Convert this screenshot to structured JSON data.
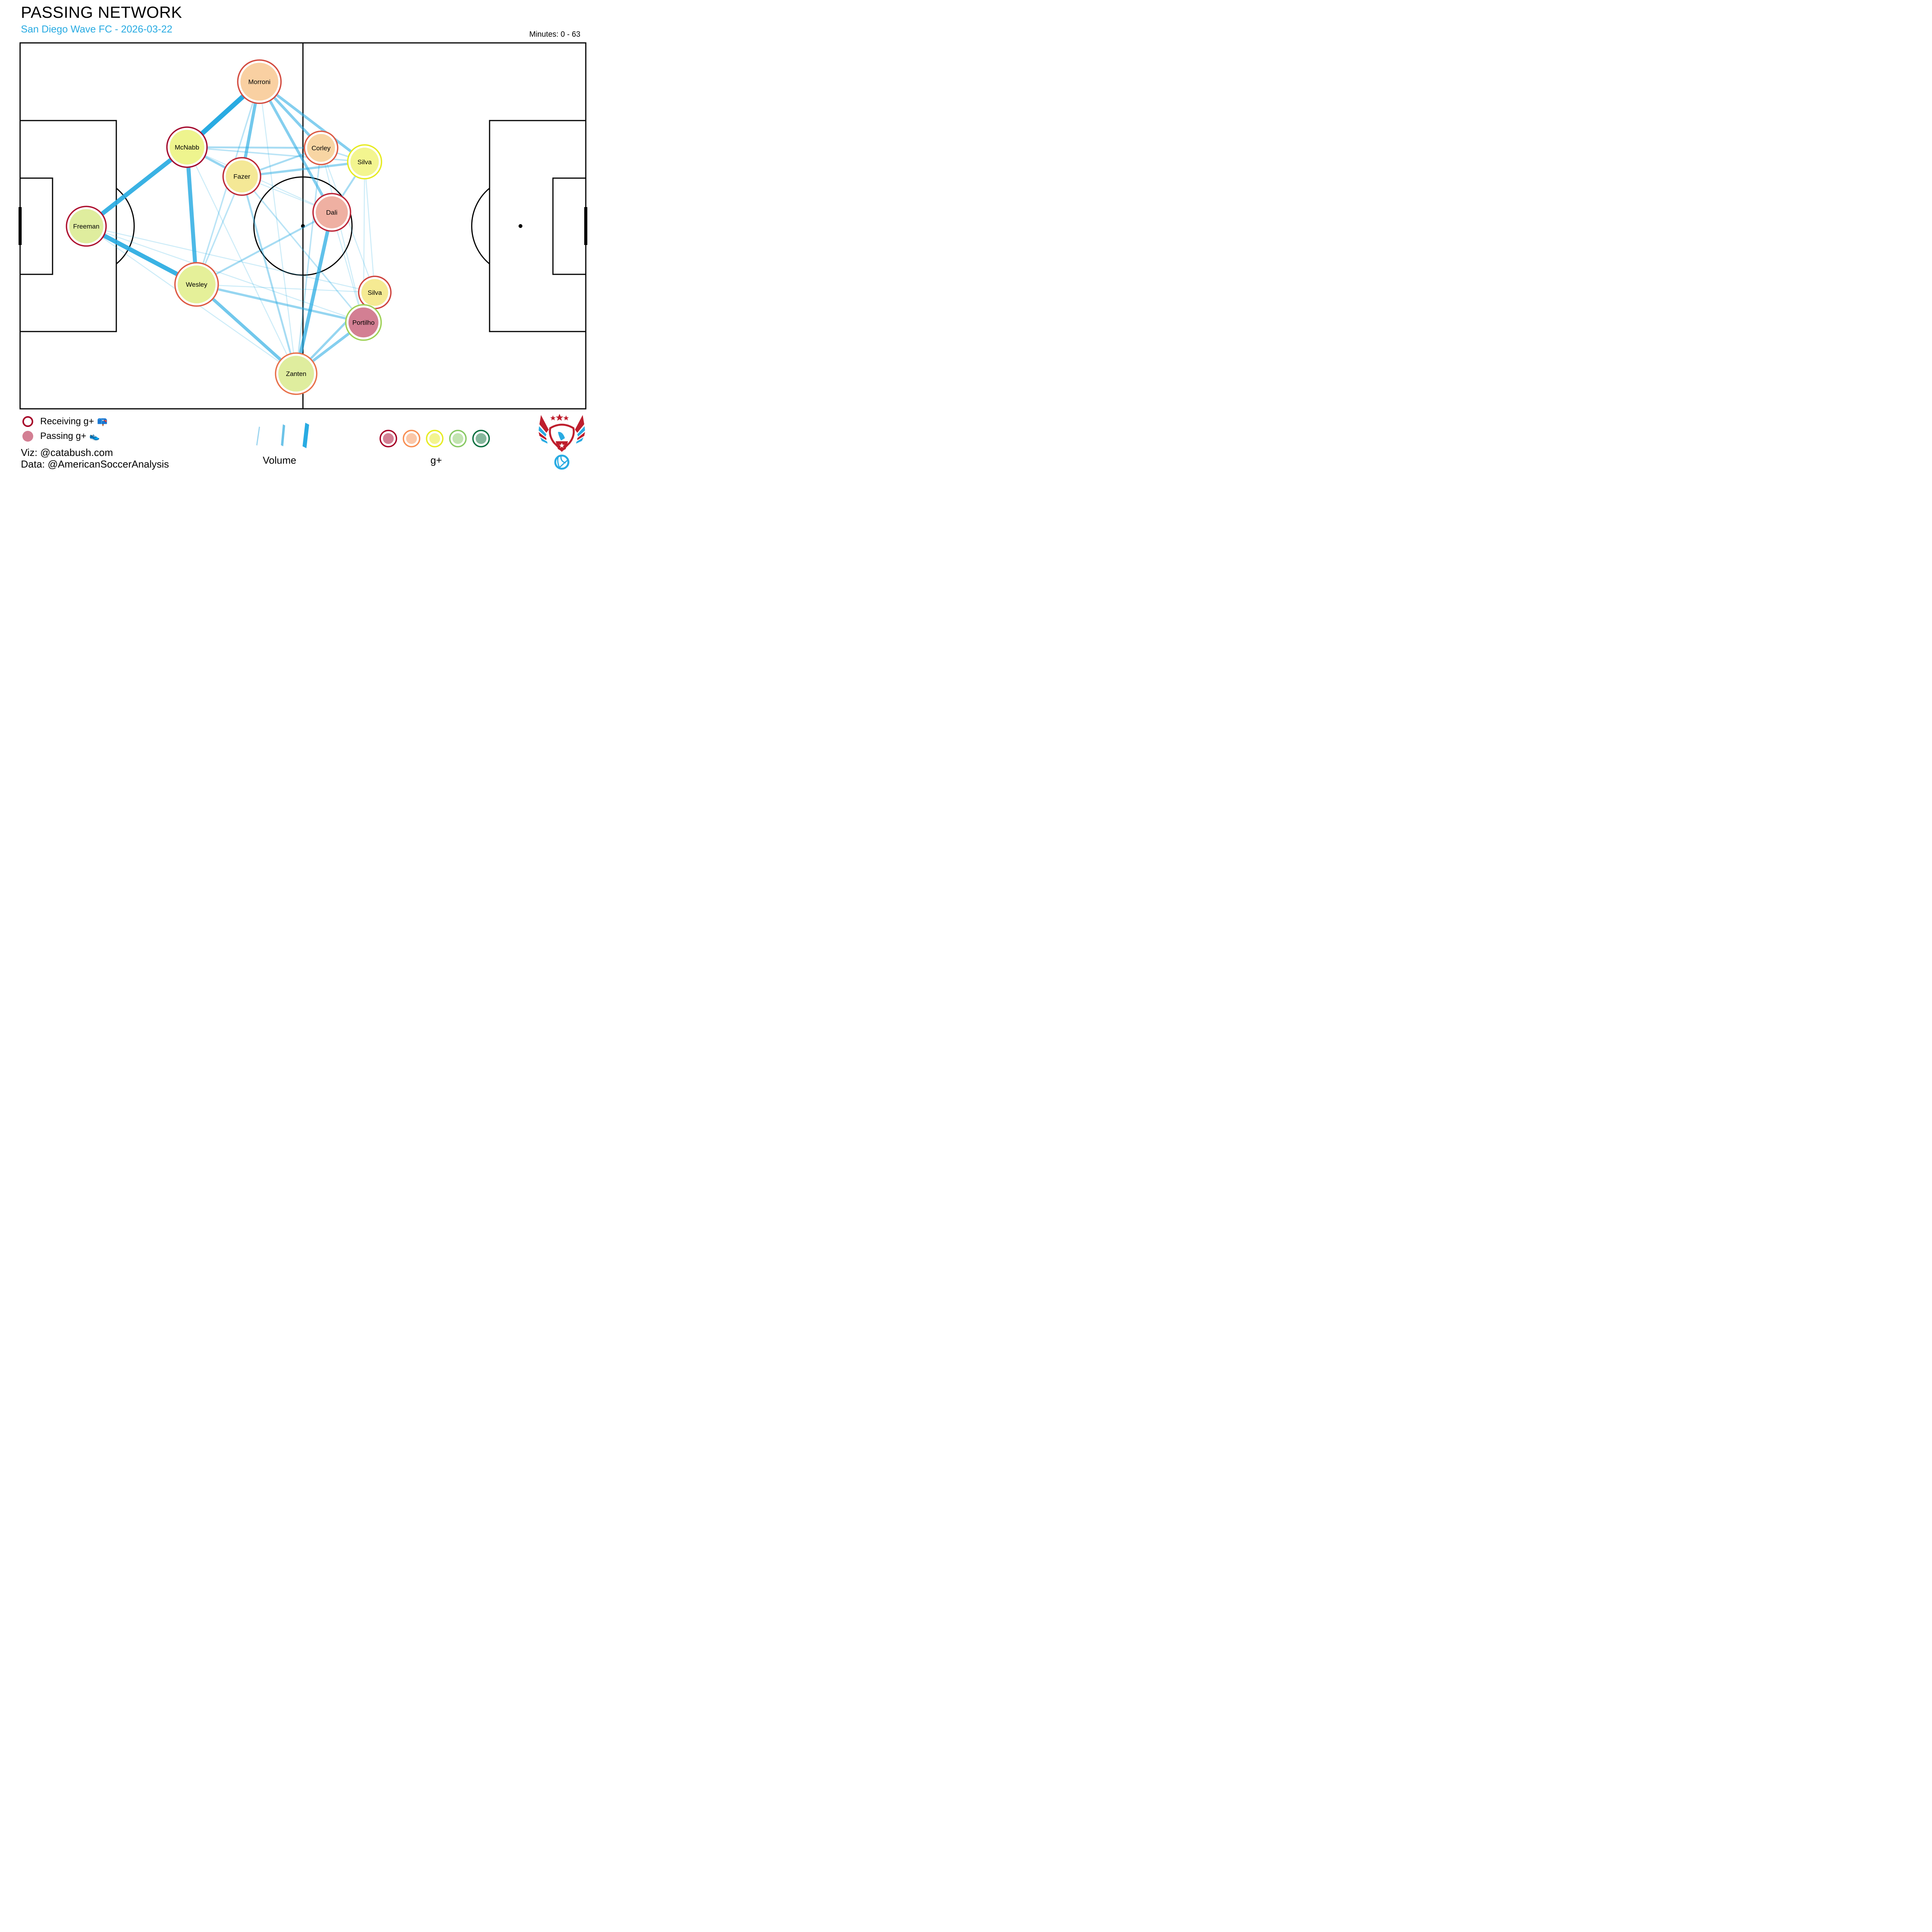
{
  "header": {
    "title": "PASSING NETWORK",
    "subtitle": "San Diego Wave FC - 2026-03-22",
    "minutes": "Minutes: 0 - 63"
  },
  "legend": {
    "receiving_label": "Receiving g+",
    "receiving_icon": "mailbox-icon",
    "receiving_emoji": "📪",
    "passing_label": "Passing g+",
    "passing_icon": "cleat-icon",
    "passing_emoji": "👟",
    "volume_label": "Volume",
    "gplus_label": "g+",
    "gplus_scale_colors": {
      "rings": [
        "#a50026",
        "#f88e52",
        "#e7ec24",
        "#88c964",
        "#0c7040"
      ],
      "fills": [
        "#d37f93",
        "#fbc7a8",
        "#f3f48e",
        "#c2e4b0",
        "#86b79c"
      ]
    },
    "volume_colors": [
      "#9ed6f0",
      "#6cc3e8",
      "#29abe2"
    ]
  },
  "credits": {
    "viz": "Viz: @catabush.com",
    "data": "Data: @AmericanSoccerAnalysis"
  },
  "logo": {
    "name": "american-soccer-analysis-eagle-logo",
    "red": "#be1e2d",
    "blue": "#29abe2"
  },
  "chart_data": {
    "type": "network",
    "title": "PASSING NETWORK",
    "subtitle": "San Diego Wave FC - 2026-03-22",
    "minutes": [
      0,
      63
    ],
    "pitch": {
      "x_range": [
        0,
        100
      ],
      "y_range": [
        0,
        100
      ],
      "attacking_direction": "left-to-right"
    },
    "nodes": [
      {
        "id": "morroni",
        "name": "Morroni",
        "x": 42.3,
        "y": 10.6,
        "size": 1.0,
        "fill": "#f9d0a2",
        "ring": "#d34c40"
      },
      {
        "id": "mcnabb",
        "name": "McNabb",
        "x": 29.5,
        "y": 28.5,
        "size": 0.88,
        "fill": "#eef48e",
        "ring": "#a50d30"
      },
      {
        "id": "fazer",
        "name": "Fazer",
        "x": 39.2,
        "y": 36.5,
        "size": 0.78,
        "fill": "#f4e896",
        "ring": "#bd2a37"
      },
      {
        "id": "corley",
        "name": "Corley",
        "x": 53.2,
        "y": 28.7,
        "size": 0.62,
        "fill": "#f8d5a3",
        "ring": "#dc5b45"
      },
      {
        "id": "silva_t",
        "name": "Silva",
        "x": 60.9,
        "y": 32.5,
        "size": 0.64,
        "fill": "#f3f58f",
        "ring": "#e6eb22"
      },
      {
        "id": "dali",
        "name": "Dali",
        "x": 55.1,
        "y": 46.3,
        "size": 0.78,
        "fill": "#efb0a2",
        "ring": "#bc2638"
      },
      {
        "id": "freeman",
        "name": "Freeman",
        "x": 11.7,
        "y": 50.1,
        "size": 0.86,
        "fill": "#dfed9e",
        "ring": "#ae1230"
      },
      {
        "id": "wesley",
        "name": "Wesley",
        "x": 31.2,
        "y": 66.0,
        "size": 1.0,
        "fill": "#e5f099",
        "ring": "#de5a44"
      },
      {
        "id": "silva_b",
        "name": "Silva",
        "x": 62.7,
        "y": 68.2,
        "size": 0.58,
        "fill": "#f5ea93",
        "ring": "#cf4540"
      },
      {
        "id": "portilho",
        "name": "Portilho",
        "x": 60.7,
        "y": 76.4,
        "size": 0.7,
        "fill": "#d37f93",
        "ring": "#9ed155"
      },
      {
        "id": "zanten",
        "name": "Zanten",
        "x": 48.8,
        "y": 90.4,
        "size": 0.92,
        "fill": "#dfed9e",
        "ring": "#e8714b"
      }
    ],
    "edges": [
      {
        "source": "mcnabb",
        "target": "morroni",
        "volume": 10
      },
      {
        "source": "freeman",
        "target": "mcnabb",
        "volume": 9
      },
      {
        "source": "freeman",
        "target": "wesley",
        "volume": 9
      },
      {
        "source": "mcnabb",
        "target": "wesley",
        "volume": 8
      },
      {
        "source": "dali",
        "target": "zanten",
        "volume": 7
      },
      {
        "source": "wesley",
        "target": "zanten",
        "volume": 6
      },
      {
        "source": "morroni",
        "target": "fazer",
        "volume": 6
      },
      {
        "source": "morroni",
        "target": "dali",
        "volume": 5
      },
      {
        "source": "morroni",
        "target": "corley",
        "volume": 5
      },
      {
        "source": "morroni",
        "target": "silva_t",
        "volume": 5
      },
      {
        "source": "portilho",
        "target": "zanten",
        "volume": 5
      },
      {
        "source": "silva_b",
        "target": "zanten",
        "volume": 4
      },
      {
        "source": "mcnabb",
        "target": "fazer",
        "volume": 4
      },
      {
        "source": "fazer",
        "target": "silva_t",
        "volume": 4
      },
      {
        "source": "wesley",
        "target": "portilho",
        "volume": 4
      },
      {
        "source": "mcnabb",
        "target": "corley",
        "volume": 3
      },
      {
        "source": "silva_t",
        "target": "dali",
        "volume": 3
      },
      {
        "source": "fazer",
        "target": "corley",
        "volume": 3
      },
      {
        "source": "fazer",
        "target": "zanten",
        "volume": 3
      },
      {
        "source": "wesley",
        "target": "dali",
        "volume": 3
      },
      {
        "source": "corley",
        "target": "silva_t",
        "volume": 2
      },
      {
        "source": "mcnabb",
        "target": "silva_t",
        "volume": 2
      },
      {
        "source": "fazer",
        "target": "wesley",
        "volume": 2
      },
      {
        "source": "morroni",
        "target": "wesley",
        "volume": 2
      },
      {
        "source": "corley",
        "target": "zanten",
        "volume": 2
      },
      {
        "source": "fazer",
        "target": "portilho",
        "volume": 2
      },
      {
        "source": "freeman",
        "target": "silva_b",
        "volume": 1
      },
      {
        "source": "freeman",
        "target": "portilho",
        "volume": 1
      },
      {
        "source": "freeman",
        "target": "zanten",
        "volume": 1
      },
      {
        "source": "mcnabb",
        "target": "zanten",
        "volume": 1
      },
      {
        "source": "mcnabb",
        "target": "dali",
        "volume": 1
      },
      {
        "source": "fazer",
        "target": "dali",
        "volume": 1
      },
      {
        "source": "morroni",
        "target": "zanten",
        "volume": 1
      },
      {
        "source": "corley",
        "target": "portilho",
        "volume": 1
      },
      {
        "source": "corley",
        "target": "silva_b",
        "volume": 1
      },
      {
        "source": "silva_t",
        "target": "silva_b",
        "volume": 1
      },
      {
        "source": "silva_t",
        "target": "portilho",
        "volume": 1
      },
      {
        "source": "dali",
        "target": "portilho",
        "volume": 1
      },
      {
        "source": "wesley",
        "target": "silva_b",
        "volume": 1
      },
      {
        "source": "silva_b",
        "target": "portilho",
        "volume": 2
      }
    ]
  }
}
